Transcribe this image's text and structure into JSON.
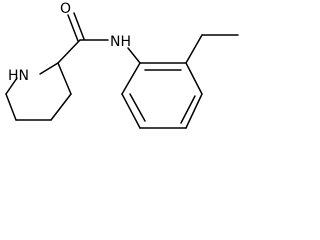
{
  "molecule": {
    "atom_labels": {
      "carbonyl_oxygen": "O",
      "amide_nitrogen": "NH",
      "ring_nitrogen": "HN"
    }
  }
}
